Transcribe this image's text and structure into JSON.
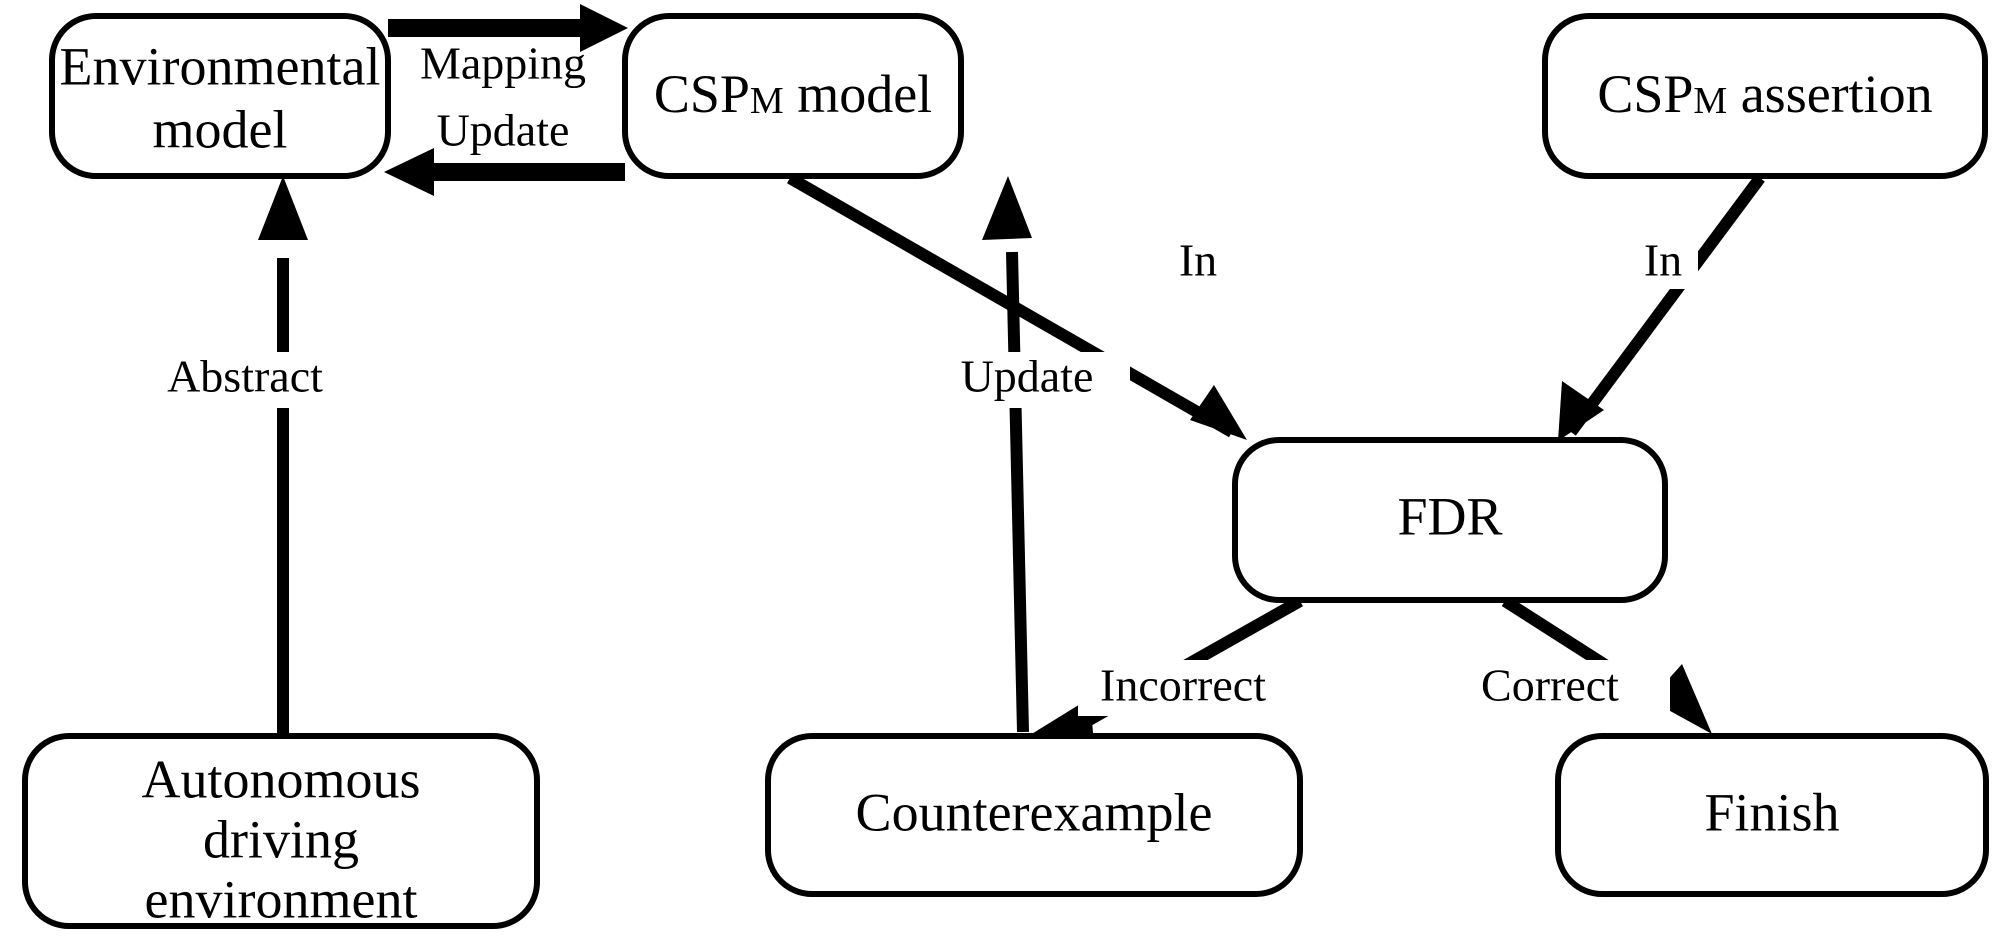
{
  "diagram": {
    "title": "Autonomous driving CSP-M verification workflow",
    "background_color": "#ffffff",
    "stroke_color": "#000000",
    "nodes": [
      {
        "id": "environmental-model",
        "label_lines": [
          "Environmental",
          "model"
        ],
        "shape": "rounded-rectangle"
      },
      {
        "id": "cspm-model",
        "label_prefix": "CSP",
        "label_subscript": "M",
        "label_suffix": " model",
        "shape": "rounded-rectangle"
      },
      {
        "id": "cspm-assertion",
        "label_prefix": "CSP",
        "label_subscript": "M",
        "label_suffix": " assertion",
        "shape": "rounded-rectangle"
      },
      {
        "id": "fdr",
        "label_lines": [
          "FDR"
        ],
        "shape": "rounded-rectangle"
      },
      {
        "id": "autonomous-driving-environment",
        "label_lines": [
          "Autonomous",
          "driving",
          "environment"
        ],
        "shape": "rounded-rectangle"
      },
      {
        "id": "counterexample",
        "label_lines": [
          "Counterexample"
        ],
        "shape": "rounded-rectangle"
      },
      {
        "id": "finish",
        "label_lines": [
          "Finish"
        ],
        "shape": "rounded-rectangle"
      }
    ],
    "edges": [
      {
        "id": "edge-mapping",
        "from": "environmental-model",
        "to": "cspm-model",
        "label": "Mapping"
      },
      {
        "id": "edge-update-model",
        "from": "cspm-model",
        "to": "environmental-model",
        "label": "Update"
      },
      {
        "id": "edge-abstract",
        "from": "autonomous-driving-environment",
        "to": "environmental-model",
        "label": "Abstract"
      },
      {
        "id": "edge-in-model",
        "from": "cspm-model",
        "to": "fdr",
        "label": "In"
      },
      {
        "id": "edge-in-assertion",
        "from": "cspm-assertion",
        "to": "fdr",
        "label": "In"
      },
      {
        "id": "edge-incorrect",
        "from": "fdr",
        "to": "counterexample",
        "label": "Incorrect"
      },
      {
        "id": "edge-correct",
        "from": "fdr",
        "to": "finish",
        "label": "Correct"
      },
      {
        "id": "edge-update-counterexample",
        "from": "counterexample",
        "to": "cspm-model",
        "label": "Update"
      }
    ],
    "labels": {
      "environmental_model_line1": "Environmental",
      "environmental_model_line2": "model",
      "cspm_model_prefix": "CSP",
      "cspm_model_sub": "M",
      "cspm_model_suffix": " model",
      "cspm_assertion_prefix": "CSP",
      "cspm_assertion_sub": "M",
      "cspm_assertion_suffix": " assertion",
      "fdr": "FDR",
      "autonomous_line1": "Autonomous",
      "autonomous_line2": "driving",
      "autonomous_line3": "environment",
      "counterexample": "Counterexample",
      "finish": "Finish",
      "mapping": "Mapping",
      "update_top": "Update",
      "abstract": "Abstract",
      "in_left": "In",
      "in_right": "In",
      "update_left": "Update",
      "incorrect": "Incorrect",
      "correct": "Correct"
    }
  }
}
